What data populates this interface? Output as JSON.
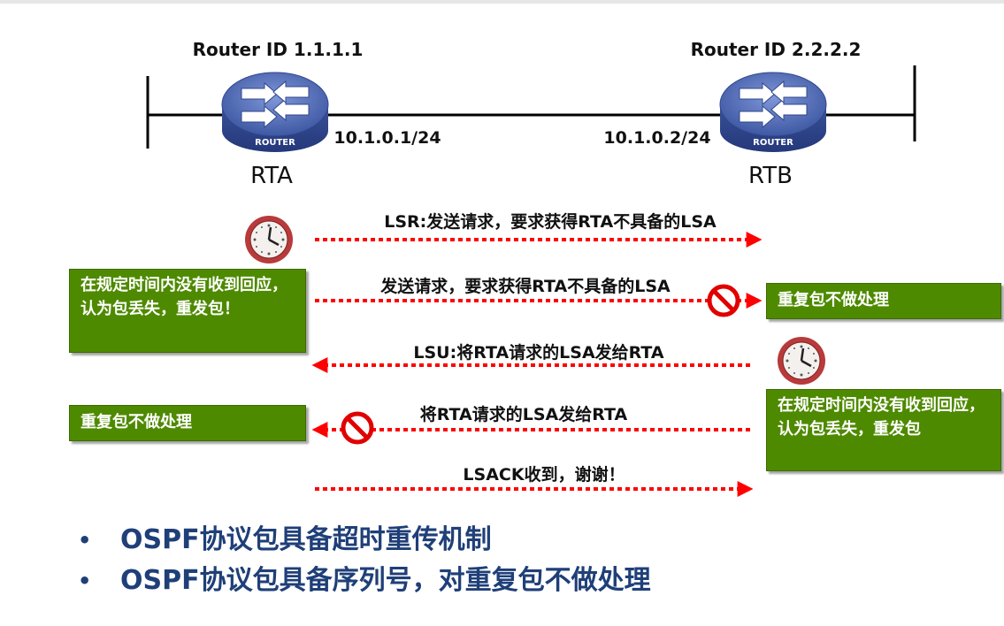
{
  "routers": [
    {
      "id_label": "Router ID 1.1.1.1",
      "name": "RTA",
      "ip": "10.1.0.1/24",
      "icon": "router-icon",
      "badge": "ROUTER"
    },
    {
      "id_label": "Router ID 2.2.2.2",
      "name": "RTB",
      "ip": "10.1.0.2/24",
      "icon": "router-icon",
      "badge": "ROUTER"
    }
  ],
  "messages": [
    {
      "text": "LSR:发送请求，要求获得RTA不具备的LSA",
      "direction": "right",
      "lost": false
    },
    {
      "text": "发送请求，要求获得RTA不具备的LSA",
      "direction": "right",
      "lost": true
    },
    {
      "text": "LSU:将RTA请求的LSA发给RTA",
      "direction": "left",
      "lost": false
    },
    {
      "text": "将RTA请求的LSA发给RTA",
      "direction": "left",
      "lost": true
    },
    {
      "text": "LSACK收到，谢谢！",
      "direction": "right",
      "lost": false
    }
  ],
  "notes": {
    "left_timeout": "在规定时间内没有收到回应，认为包丢失，重发包！",
    "right_dup": "重复包不做处理",
    "right_timeout": "在规定时间内没有收到回应，认为包丢失，重发包",
    "left_dup": "重复包不做处理"
  },
  "bullets": [
    "OSPF协议包具备超时重传机制",
    "OSPF协议包具备序列号，对重复包不做处理"
  ],
  "colors": {
    "arrow": "#ff0000",
    "note_bg": "#4e8a00",
    "bullet_text": "#1f3f78",
    "router_body": "#4a67b0"
  }
}
